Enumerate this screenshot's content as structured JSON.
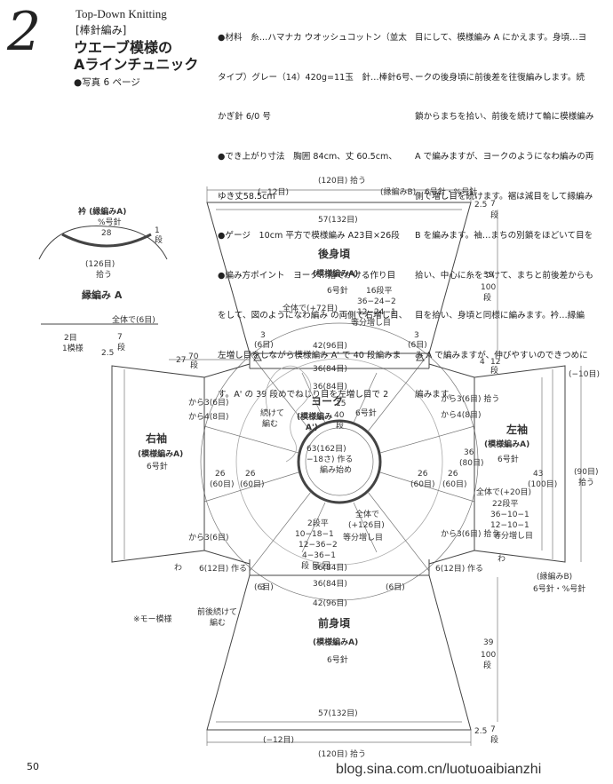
{
  "header": {
    "number": "2",
    "en_title": "Top-Down Knitting",
    "category": "[棒針編み]",
    "title_line1": "ウエーブ模様の",
    "title_line2": "Aラインチュニック",
    "photo_ref": "●写真 6 ページ"
  },
  "instructions_col1": [
    "●材料　糸…ハマナカ ウオッシュコットン（並太",
    "タイプ）グレー（14）420g=11玉　針…棒針6号、",
    "かぎ針 6/0 号",
    "●でき上がり寸法　胸囲 84cm、丈 60.5cm、",
    "ゆき丈58.5cm",
    "●ゲージ　10cm 平方で模様編み A23目×26段",
    "●編み方ポイント　ヨーク…指でかける作り目",
    "をして、図のようになわ編み の両側で右増し目、",
    "左増し目をしながら模様編み A' で 40 段編みま",
    "す。A' の 39 段めでねじり目を左増し目で 2"
  ],
  "instructions_col2": [
    "目にして、模様編み A にかえます。身頃…ヨ",
    "ークの後身頃に前後差を往復編みします。続",
    "鎖からまちを拾い、前後を続けて輪に模様編み",
    "A で編みますが、ヨークのようになわ編みの両",
    "側で増し目を続けます。裾は減目をして縁編み",
    "B を編みます。袖…まちの別鎖をほどいて目を",
    "拾い、中心に糸をつけて、まちと前後差からも",
    "目を拾い、身頃と同様に編みます。衿…縁編",
    "み A で編みますが、伸びやすいのできつめに",
    "編みます。"
  ],
  "diagram": {
    "back_title": "後身頃",
    "front_title": "前身頃",
    "right_title": "右袖",
    "left_title": "左袖",
    "yoke_title": "ヨーク",
    "patternA": "(模様編みA)",
    "patternA_yoke": "(模様編み",
    "patternA_yoke2": "A')",
    "needle6": "6号針",
    "top_pickup": "(120目) 拾う",
    "bottom_pickup": "(120目) 拾う",
    "minus12_top": "(−12目)",
    "minus12_bottom": "(−12目)",
    "minus10": "(−10目)",
    "edgeB_top": "(縁編みB)",
    "edgeB_top_needle": "6号針・%号針",
    "edgeB_right": "(縁編みB)",
    "edgeB_right_needle": "6号針・%号針",
    "w57_top": "57(132目)",
    "w57_bottom": "57(132目)",
    "h25": "2.5",
    "h7": "7",
    "dan": "段",
    "h39": "39",
    "h100": "100",
    "back_inc1": "16段平",
    "back_inc2": "36−24−2",
    "back_inc3": "12−24−1",
    "back_inc4": "等分増し目",
    "back_total": "全体で(+72目)",
    "s3_6": "3",
    "s6": "(6目)",
    "w42_back": "42(96目)",
    "w42_front": "42(96目)",
    "w36_84": "36(84目)",
    "h4": "4",
    "h12": "12",
    "h27": "27",
    "h70": "70",
    "yoke_15": "15",
    "yoke_40": "40",
    "yoke_rows": "段",
    "yoke_needle": "6号針",
    "cable_cont": "続けて",
    "cable_knit": "編む",
    "cast_on1": "63(162目)",
    "cast_on2": "−18さ) 作る",
    "knit_start": "編み始め",
    "yoke_inc_title": "全体で",
    "yoke_inc_total": "(+126目)",
    "yoke_inc_label": "等分増し目",
    "yoke_rows1": "2段平",
    "yoke_rows2": "10−18−1",
    "yoke_rows3": "12−36−2",
    "yoke_rows4": "4−36−1",
    "yoke_rows5": "段 目 回",
    "from3": "から3(6目)",
    "from4": "から4(8目)",
    "from3_pick": "から3(6目) 拾う",
    "h26": "26",
    "h60": "(60目)",
    "h36_80": "36",
    "h80": "(80目)",
    "h43": "43",
    "h100_sleeve": "(100目)",
    "h90": "(90目)",
    "pickup": "拾う",
    "sleeve_total": "全体で(+20目)",
    "sleeve_inc1": "22段平",
    "sleeve_inc2": "36−10−1",
    "sleeve_inc3": "12−10−1",
    "sleeve_inc4": "等分増し目",
    "make6": "6(12目) 作る",
    "make6_right": "6(12目) 作る",
    "front_continue1": "前後続けて",
    "front_continue2": "編む",
    "wa": "わ",
    "moss_note": "※モー模様"
  },
  "collar": {
    "title": "衿 (縁編みA)",
    "needle": "%号針",
    "w28": "28",
    "w126": "(126目)",
    "pickup": "拾う",
    "row1": "1",
    "dan": "段"
  },
  "edge_a": {
    "title": "縁編み A",
    "start": "全体で(6目)",
    "stitch2": "2目",
    "pattern1": "1模様",
    "h25": "2.5",
    "h7": "7",
    "dan": "段"
  },
  "footer": {
    "page": "50",
    "watermark": "blog.sina.com.cn/luotuoaibianzhi"
  }
}
